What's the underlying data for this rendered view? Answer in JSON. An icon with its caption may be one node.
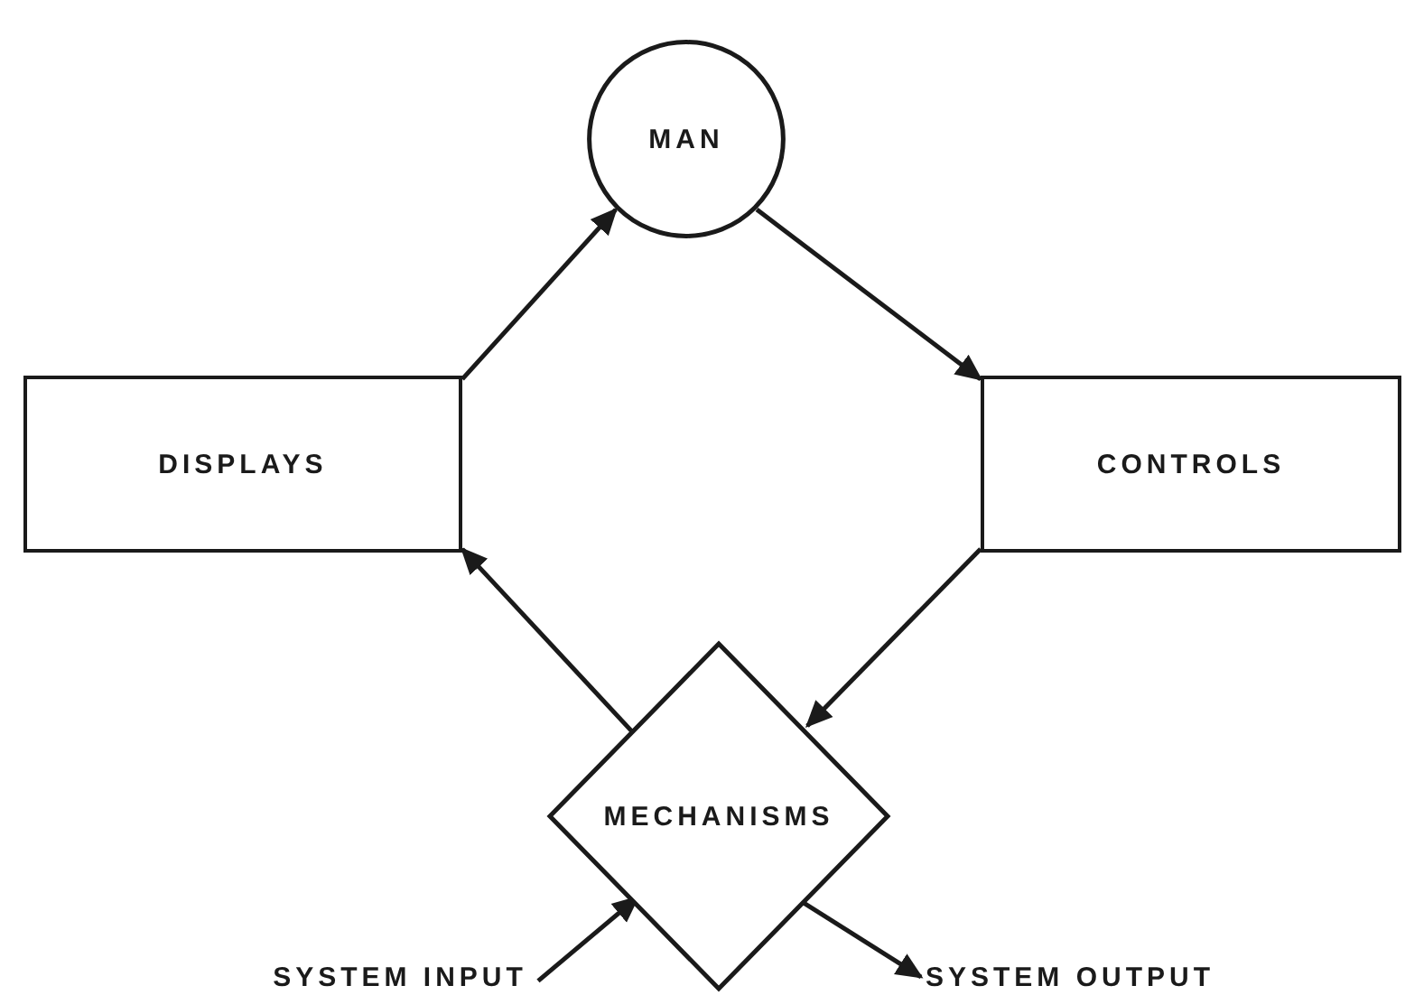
{
  "diagram": {
    "nodes": [
      {
        "text": [
          "MAN"
        ]
      },
      {
        "text": [
          "DISPLAYS"
        ]
      },
      {
        "text": [
          "CONTROLS"
        ]
      },
      {
        "text": [
          "MECHANISMS"
        ]
      },
      {
        "text": [
          "SYSTEM INPUT"
        ]
      },
      {
        "text": [
          "SYSTEM OUTPUT"
        ]
      }
    ],
    "edges": [
      {
        "from": 1,
        "to": 0,
        "arrow": "to"
      },
      {
        "from": 0,
        "to": 2,
        "arrow": "to"
      },
      {
        "from": 2,
        "to": 3,
        "arrow": "to"
      },
      {
        "from": 3,
        "to": 1,
        "arrow": "to"
      },
      {
        "from": 4,
        "to": 3,
        "arrow": "to"
      },
      {
        "from": 3,
        "to": 5,
        "arrow": "to"
      }
    ]
  }
}
